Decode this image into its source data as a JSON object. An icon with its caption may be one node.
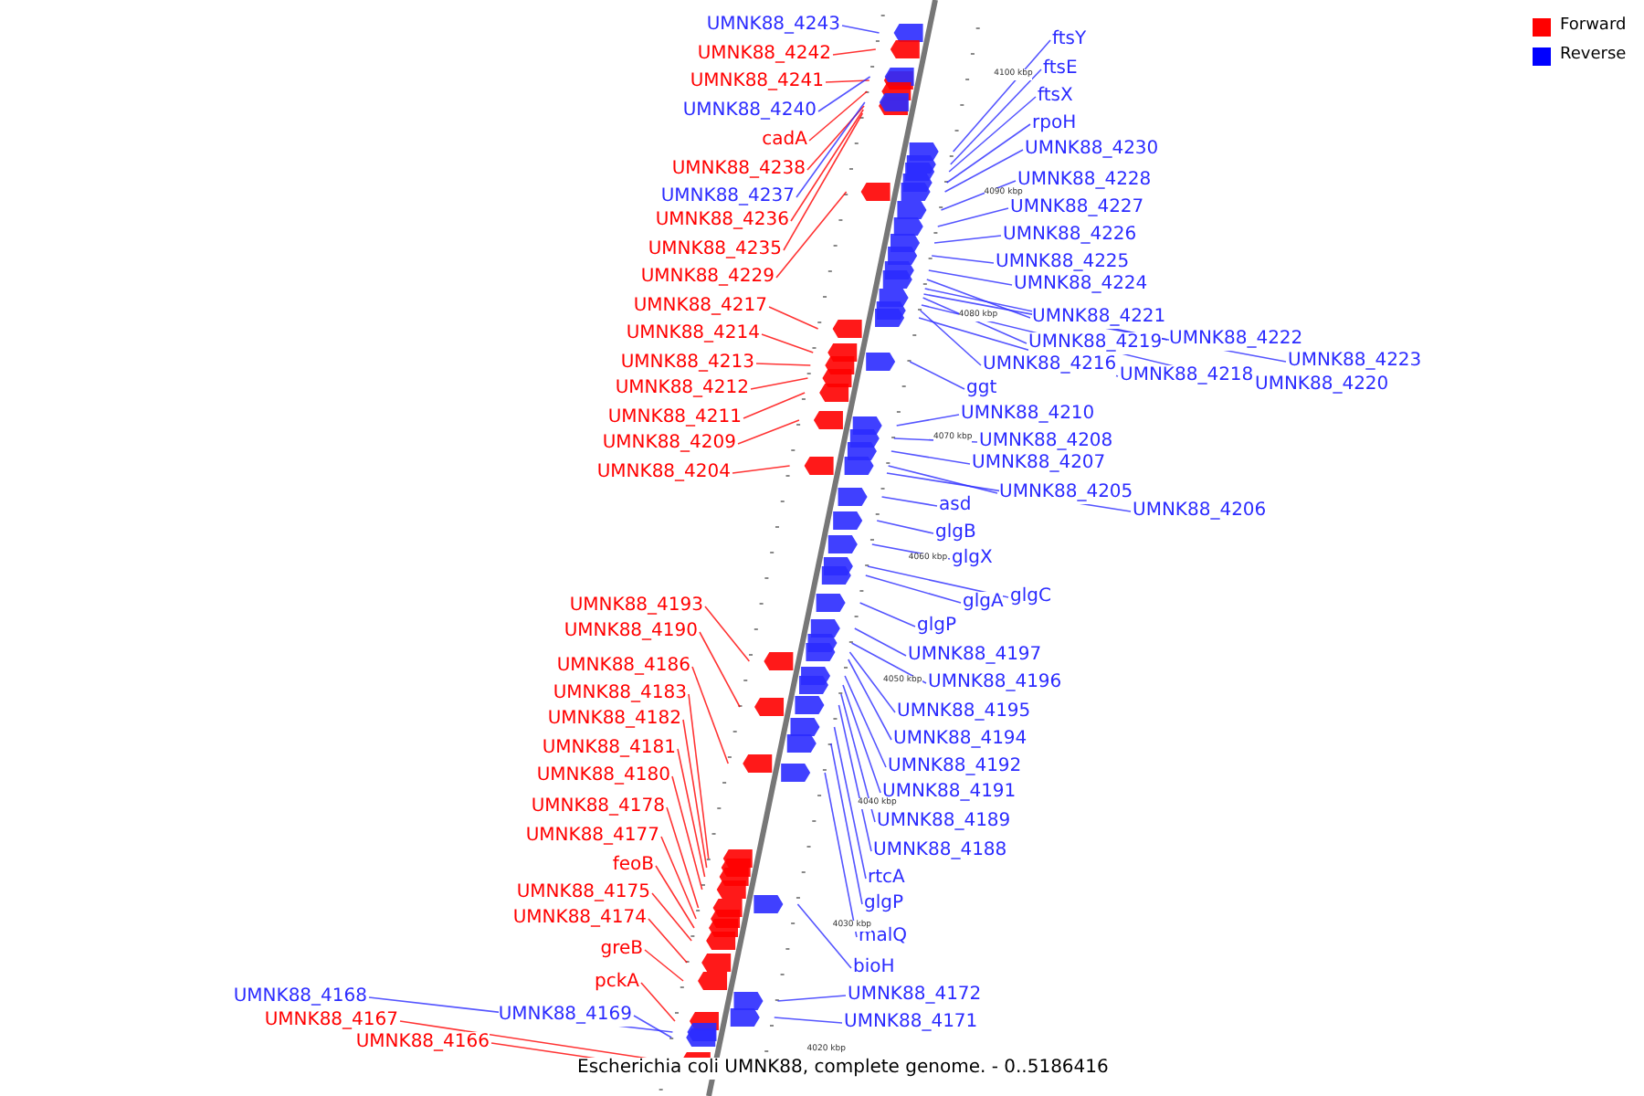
{
  "diagram": {
    "caption": "Escherichia coli UMNK88, complete genome. - 0..5186416",
    "nodes": [
      {
        "text": [
          "UMNK88_4243"
        ]
      },
      {
        "text": [
          "UMNK88_4242"
        ]
      },
      {
        "text": [
          "UMNK88_4241"
        ]
      },
      {
        "text": [
          "UMNK88_4240"
        ]
      },
      {
        "text": [
          "cadA"
        ]
      },
      {
        "text": [
          "UMNK88_4238"
        ]
      },
      {
        "text": [
          "UMNK88_4237"
        ]
      },
      {
        "text": [
          "UMNK88_4236"
        ]
      },
      {
        "text": [
          "UMNK88_4235"
        ]
      },
      {
        "text": [
          "UMNK88_4229"
        ]
      },
      {
        "text": [
          "UMNK88_4217"
        ]
      },
      {
        "text": [
          "UMNK88_4214"
        ]
      },
      {
        "text": [
          "UMNK88_4213"
        ]
      },
      {
        "text": [
          "UMNK88_4212"
        ]
      },
      {
        "text": [
          "UMNK88_4211"
        ]
      },
      {
        "text": [
          "UMNK88_4209"
        ]
      },
      {
        "text": [
          "UMNK88_4204"
        ]
      },
      {
        "text": [
          "UMNK88_4193"
        ]
      },
      {
        "text": [
          "UMNK88_4190"
        ]
      },
      {
        "text": [
          "UMNK88_4186"
        ]
      },
      {
        "text": [
          "UMNK88_4183"
        ]
      },
      {
        "text": [
          "UMNK88_4182"
        ]
      },
      {
        "text": [
          "UMNK88_4181"
        ]
      },
      {
        "text": [
          "UMNK88_4180"
        ]
      },
      {
        "text": [
          "UMNK88_4178"
        ]
      },
      {
        "text": [
          "UMNK88_4177"
        ]
      },
      {
        "text": [
          "feoB"
        ]
      },
      {
        "text": [
          "UMNK88_4175"
        ]
      },
      {
        "text": [
          "UMNK88_4174"
        ]
      },
      {
        "text": [
          "greB"
        ]
      },
      {
        "text": [
          "pckA"
        ]
      },
      {
        "text": [
          "UMNK88_4168"
        ]
      },
      {
        "text": [
          "UMNK88_4169"
        ]
      },
      {
        "text": [
          "UMNK88_4167"
        ]
      },
      {
        "text": [
          "UMNK88_4166"
        ]
      },
      {
        "text": [
          "ftsY"
        ]
      },
      {
        "text": [
          "ftsE"
        ]
      },
      {
        "text": [
          "ftsX"
        ]
      },
      {
        "text": [
          "rpoH"
        ]
      },
      {
        "text": [
          "UMNK88_4230"
        ]
      },
      {
        "text": [
          "UMNK88_4228"
        ]
      },
      {
        "text": [
          "UMNK88_4227"
        ]
      },
      {
        "text": [
          "UMNK88_4226"
        ]
      },
      {
        "text": [
          "UMNK88_4225"
        ]
      },
      {
        "text": [
          "UMNK88_4224"
        ]
      },
      {
        "text": [
          "UMNK88_4221"
        ]
      },
      {
        "text": [
          "UMNK88_4222"
        ]
      },
      {
        "text": [
          "UMNK88_4219"
        ]
      },
      {
        "text": [
          "UMNK88_4223"
        ]
      },
      {
        "text": [
          "UMNK88_4216"
        ]
      },
      {
        "text": [
          "UMNK88_4218"
        ]
      },
      {
        "text": [
          "UMNK88_4220"
        ]
      },
      {
        "text": [
          "ggt"
        ]
      },
      {
        "text": [
          "UMNK88_4210"
        ]
      },
      {
        "text": [
          "UMNK88_4208"
        ]
      },
      {
        "text": [
          "UMNK88_4207"
        ]
      },
      {
        "text": [
          "UMNK88_4205"
        ]
      },
      {
        "text": [
          "UMNK88_4206"
        ]
      },
      {
        "text": [
          "asd"
        ]
      },
      {
        "text": [
          "glgB"
        ]
      },
      {
        "text": [
          "glgX"
        ]
      },
      {
        "text": [
          "glgC"
        ]
      },
      {
        "text": [
          "glgA"
        ]
      },
      {
        "text": [
          "glgP"
        ]
      },
      {
        "text": [
          "UMNK88_4197"
        ]
      },
      {
        "text": [
          "UMNK88_4196"
        ]
      },
      {
        "text": [
          "UMNK88_4195"
        ]
      },
      {
        "text": [
          "UMNK88_4194"
        ]
      },
      {
        "text": [
          "UMNK88_4192"
        ]
      },
      {
        "text": [
          "UMNK88_4191"
        ]
      },
      {
        "text": [
          "UMNK88_4189"
        ]
      },
      {
        "text": [
          "UMNK88_4188"
        ]
      },
      {
        "text": [
          "rtcA"
        ]
      },
      {
        "text": [
          "glgP"
        ]
      },
      {
        "text": [
          "malQ"
        ]
      },
      {
        "text": [
          "bioH"
        ]
      },
      {
        "text": [
          "UMNK88_4172"
        ]
      },
      {
        "text": [
          "UMNK88_4171"
        ]
      }
    ],
    "edges": [
      {
        "from": 0,
        "to": null,
        "arrow": "none"
      },
      {
        "from": 1,
        "to": null,
        "arrow": "none",
        "color": "#ff0000"
      },
      {
        "from": 2,
        "to": null,
        "arrow": "none",
        "color": "#ff0000"
      },
      {
        "from": 3,
        "to": null,
        "arrow": "none"
      },
      {
        "from": 4,
        "to": null,
        "arrow": "none",
        "color": "#ff0000"
      },
      {
        "from": 5,
        "to": null,
        "arrow": "none",
        "color": "#ff0000"
      },
      {
        "from": 6,
        "to": null,
        "arrow": "none"
      },
      {
        "from": 7,
        "to": null,
        "arrow": "none",
        "color": "#ff0000"
      },
      {
        "from": 8,
        "to": null,
        "arrow": "none",
        "color": "#ff0000"
      },
      {
        "from": 9,
        "to": null,
        "arrow": "none",
        "color": "#ff0000"
      },
      {
        "from": 10,
        "to": null,
        "arrow": "none",
        "color": "#ff0000"
      },
      {
        "from": 11,
        "to": null,
        "arrow": "none",
        "color": "#ff0000"
      },
      {
        "from": 12,
        "to": null,
        "arrow": "none",
        "color": "#ff0000"
      },
      {
        "from": 13,
        "to": null,
        "arrow": "none",
        "color": "#ff0000"
      },
      {
        "from": 14,
        "to": null,
        "arrow": "none",
        "color": "#ff0000"
      },
      {
        "from": 15,
        "to": null,
        "arrow": "none",
        "color": "#ff0000"
      },
      {
        "from": 16,
        "to": null,
        "arrow": "none",
        "color": "#ff0000"
      },
      {
        "from": 17,
        "to": null,
        "arrow": "none",
        "color": "#ff0000"
      },
      {
        "from": 18,
        "to": null,
        "arrow": "none",
        "color": "#ff0000"
      },
      {
        "from": 19,
        "to": null,
        "arrow": "none",
        "color": "#ff0000"
      },
      {
        "from": 20,
        "to": null,
        "arrow": "none",
        "color": "#ff0000"
      },
      {
        "from": 21,
        "to": null,
        "arrow": "none",
        "color": "#ff0000"
      },
      {
        "from": 22,
        "to": null,
        "arrow": "none",
        "color": "#ff0000"
      },
      {
        "from": 23,
        "to": null,
        "arrow": "none",
        "color": "#ff0000"
      },
      {
        "from": 24,
        "to": null,
        "arrow": "none",
        "color": "#ff0000"
      },
      {
        "from": 25,
        "to": null,
        "arrow": "none",
        "color": "#ff0000"
      },
      {
        "from": 26,
        "to": null,
        "arrow": "none",
        "color": "#ff0000"
      },
      {
        "from": 27,
        "to": null,
        "arrow": "none",
        "color": "#ff0000"
      },
      {
        "from": 28,
        "to": null,
        "arrow": "none",
        "color": "#ff0000"
      },
      {
        "from": 29,
        "to": null,
        "arrow": "none",
        "color": "#ff0000"
      },
      {
        "from": 30,
        "to": null,
        "arrow": "none",
        "color": "#ff0000"
      },
      {
        "from": 31,
        "to": null,
        "arrow": "none"
      },
      {
        "from": 32,
        "to": null,
        "arrow": "none"
      },
      {
        "from": 33,
        "to": null,
        "arrow": "none",
        "color": "#ff0000"
      },
      {
        "from": 34,
        "to": null,
        "arrow": "none",
        "color": "#ff0000"
      },
      {
        "from": 35,
        "to": null,
        "arrow": "none"
      },
      {
        "from": 36,
        "to": null,
        "arrow": "none"
      },
      {
        "from": 37,
        "to": null,
        "arrow": "none"
      },
      {
        "from": 38,
        "to": null,
        "arrow": "none"
      },
      {
        "from": 39,
        "to": null,
        "arrow": "none"
      },
      {
        "from": 40,
        "to": null,
        "arrow": "none"
      },
      {
        "from": 41,
        "to": null,
        "arrow": "none"
      },
      {
        "from": 42,
        "to": null,
        "arrow": "none"
      },
      {
        "from": 43,
        "to": null,
        "arrow": "none"
      },
      {
        "from": 44,
        "to": null,
        "arrow": "none"
      },
      {
        "from": 45,
        "to": null,
        "arrow": "none"
      },
      {
        "from": 46,
        "to": null,
        "arrow": "none"
      },
      {
        "from": 47,
        "to": null,
        "arrow": "none"
      },
      {
        "from": 48,
        "to": null,
        "arrow": "none"
      },
      {
        "from": 49,
        "to": null,
        "arrow": "none"
      },
      {
        "from": 50,
        "to": null,
        "arrow": "none"
      },
      {
        "from": 51,
        "to": null,
        "arrow": "none"
      },
      {
        "from": 52,
        "to": null,
        "arrow": "none"
      },
      {
        "from": 53,
        "to": null,
        "arrow": "none"
      },
      {
        "from": 54,
        "to": null,
        "arrow": "none"
      },
      {
        "from": 55,
        "to": null,
        "arrow": "none"
      },
      {
        "from": 56,
        "to": null,
        "arrow": "none"
      },
      {
        "from": 57,
        "to": null,
        "arrow": "none"
      },
      {
        "from": 58,
        "to": null,
        "arrow": "none"
      },
      {
        "from": 59,
        "to": null,
        "arrow": "none"
      },
      {
        "from": 60,
        "to": null,
        "arrow": "none"
      },
      {
        "from": 61,
        "to": null,
        "arrow": "none"
      },
      {
        "from": 62,
        "to": null,
        "arrow": "none"
      },
      {
        "from": 63,
        "to": null,
        "arrow": "none"
      },
      {
        "from": 64,
        "to": null,
        "arrow": "none"
      },
      {
        "from": 65,
        "to": null,
        "arrow": "none"
      },
      {
        "from": 66,
        "to": null,
        "arrow": "none"
      },
      {
        "from": 67,
        "to": null,
        "arrow": "none"
      },
      {
        "from": 68,
        "to": null,
        "arrow": "none"
      },
      {
        "from": 69,
        "to": null,
        "arrow": "none"
      },
      {
        "from": 70,
        "to": null,
        "arrow": "none"
      },
      {
        "from": 71,
        "to": null,
        "arrow": "none"
      },
      {
        "from": 72,
        "to": null,
        "arrow": "none"
      },
      {
        "from": 73,
        "to": null,
        "arrow": "none"
      },
      {
        "from": 74,
        "to": null,
        "arrow": "none"
      },
      {
        "from": 75,
        "to": null,
        "arrow": "none"
      },
      {
        "from": 76,
        "to": null,
        "arrow": "none"
      },
      {
        "from": 77,
        "to": null,
        "arrow": "none"
      }
    ],
    "labels": [
      "4100 kbp",
      "4090 kbp",
      "4080 kbp",
      "4070 kbp",
      "4060 kbp",
      "4050 kbp",
      "4040 kbp",
      "4030 kbp",
      "4020 kbp"
    ],
    "legend": [
      {
        "text": "Forward",
        "color": "#ff0000"
      },
      {
        "text": "Reverse",
        "color": "#0000ff"
      }
    ]
  }
}
